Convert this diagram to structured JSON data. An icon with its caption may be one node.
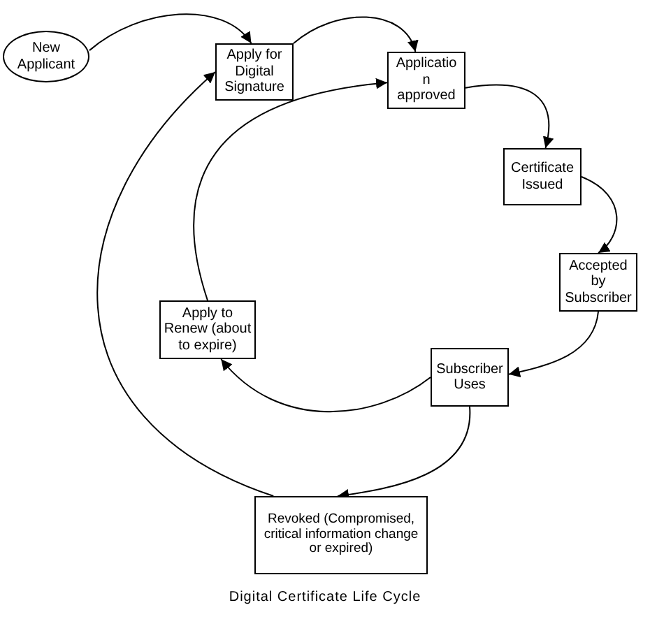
{
  "diagram": {
    "caption": "Digital Certificate Life Cycle",
    "nodes": [
      {
        "text": [
          "New Applicant"
        ]
      },
      {
        "text": [
          "Apply for Digital Signature"
        ]
      },
      {
        "text": [
          "Applicatio n approved"
        ]
      },
      {
        "text": [
          "Certificate Issued"
        ]
      },
      {
        "text": [
          "Accepted by Subscriber"
        ]
      },
      {
        "text": [
          "Subscriber Uses"
        ]
      },
      {
        "text": [
          "Apply to Renew (about to expire)"
        ]
      },
      {
        "text": [
          "Revoked (Compromised, critical information change or expired)"
        ]
      }
    ],
    "edges": [
      {
        "from": 0,
        "to": 1,
        "arrow": "to"
      },
      {
        "from": 1,
        "to": 2,
        "arrow": "to"
      },
      {
        "from": 2,
        "to": 3,
        "arrow": "to"
      },
      {
        "from": 3,
        "to": 4,
        "arrow": "to"
      },
      {
        "from": 4,
        "to": 5,
        "arrow": "to"
      },
      {
        "from": 5,
        "to": 6,
        "arrow": "to"
      },
      {
        "from": 6,
        "to": 2,
        "arrow": "to"
      },
      {
        "from": 5,
        "to": 7,
        "arrow": "to"
      },
      {
        "from": 7,
        "to": 1,
        "arrow": "to"
      }
    ]
  }
}
